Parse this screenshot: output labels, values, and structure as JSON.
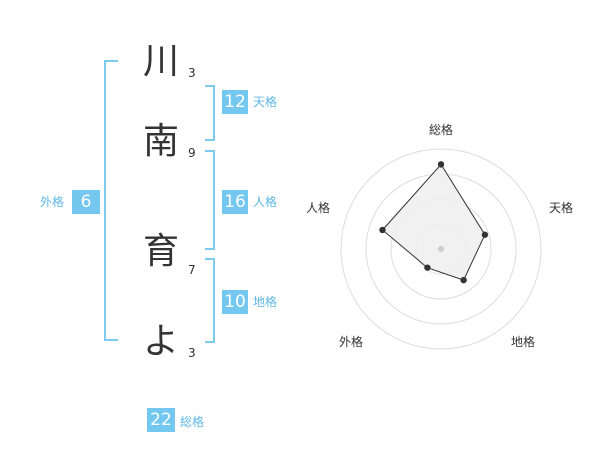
{
  "name": {
    "characters": [
      {
        "char": "川",
        "strokes": "3"
      },
      {
        "char": "南",
        "strokes": "9"
      },
      {
        "char": "育",
        "strokes": "7"
      },
      {
        "char": "よ",
        "strokes": "3"
      }
    ]
  },
  "fortunes": {
    "tenkaku": {
      "value": "12",
      "label": "天格"
    },
    "jinkaku": {
      "value": "16",
      "label": "人格"
    },
    "chikaku": {
      "value": "10",
      "label": "地格"
    },
    "gaikaku": {
      "value": "6",
      "label": "外格"
    },
    "soukaku": {
      "value": "22",
      "label": "総格"
    }
  },
  "chart_data": {
    "type": "radar",
    "axes": [
      "総格",
      "天格",
      "地格",
      "外格",
      "人格"
    ],
    "values": [
      22,
      12,
      10,
      6,
      16
    ],
    "rings": 4,
    "colors": {
      "fill": "#eeeeee",
      "line": "#333333",
      "ring": "#dddddd",
      "center": "#cccccc"
    }
  }
}
